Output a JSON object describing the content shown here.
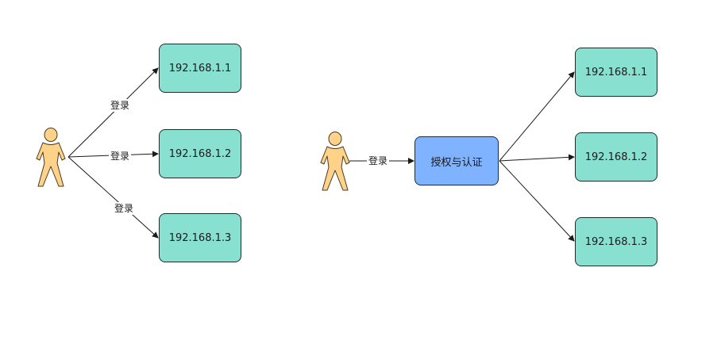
{
  "left": {
    "servers": [
      "192.168.1.1",
      "192.168.1.2",
      "192.168.1.3"
    ],
    "edge_labels": [
      "登录",
      "登录",
      "登录"
    ]
  },
  "right": {
    "auth_label": "授权与认证",
    "edge_label": "登录",
    "servers": [
      "192.168.1.1",
      "192.168.1.2",
      "192.168.1.3"
    ]
  },
  "colors": {
    "server_fill": "#88e0d0",
    "auth_fill": "#7fb2ff",
    "actor_fill": "#ffd28a",
    "edge": "#1a1a1a"
  },
  "icons": {
    "actor": "person-icon"
  }
}
